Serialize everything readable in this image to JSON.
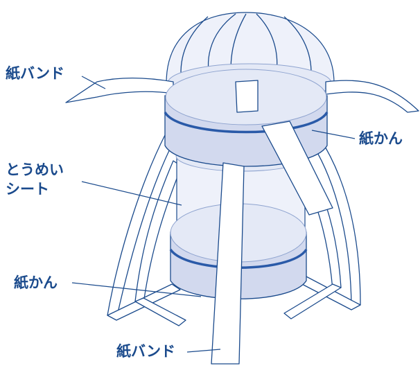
{
  "labels": {
    "paper_band_top": "紙バンド",
    "paper_can_top": "紙かん",
    "transparent_sheet_line1": "とうめい",
    "transparent_sheet_line2": "シート",
    "paper_can_bottom": "紙かん",
    "paper_band_bottom": "紙バンド"
  },
  "colors": {
    "line": "#1a4a8c",
    "can_fill": "#d2d9ee",
    "sheet_fill": "#eef1fa",
    "label_text": "#1a4a8c"
  }
}
